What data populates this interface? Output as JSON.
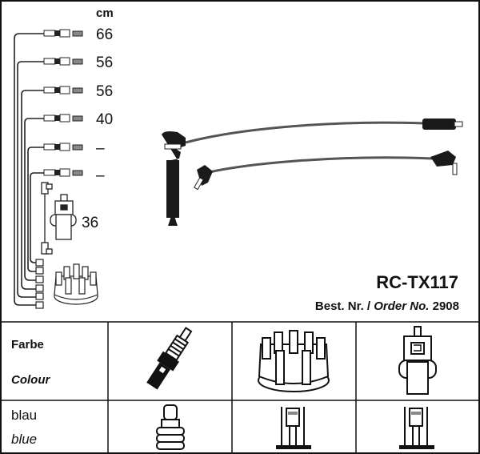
{
  "diagram": {
    "unit_label": "cm",
    "lengths": [
      "66",
      "56",
      "56",
      "40",
      "–",
      "–"
    ],
    "coil_length": "36",
    "product_code": "RC-TX117",
    "order_label_de": "Best. Nr. /",
    "order_label_en": "Order No.",
    "order_number": "2908"
  },
  "table": {
    "colour_label_de": "Farbe",
    "colour_label_en": "Colour",
    "colour_value_de": "blau",
    "colour_value_en": "blue"
  }
}
